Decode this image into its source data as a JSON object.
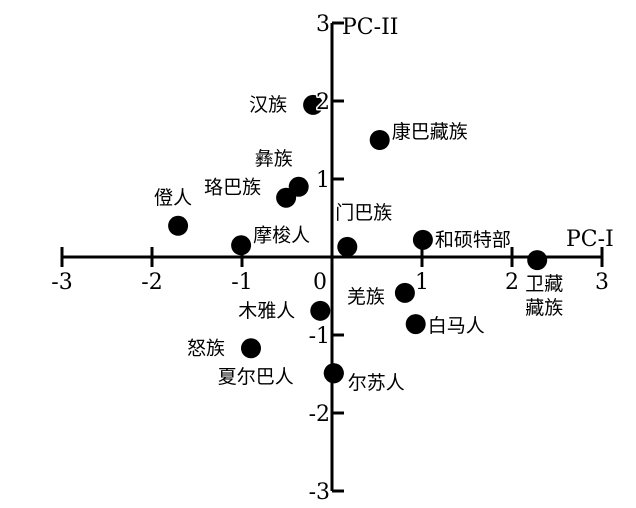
{
  "chart_data": {
    "type": "scatter",
    "title": "",
    "xlabel": "PC-I",
    "ylabel": "PC-II",
    "xlim": [
      -3,
      3
    ],
    "ylim": [
      -3,
      3
    ],
    "xticks": [
      "-3",
      "-2",
      "-1",
      "0",
      "1",
      "2",
      "3"
    ],
    "yticks": [
      "3",
      "2",
      "1",
      "-1",
      "-2",
      "-3"
    ],
    "grid": false,
    "points": [
      {
        "label": "汉族",
        "x": -0.21,
        "y": 1.95
      },
      {
        "label": "康巴藏族",
        "x": 0.53,
        "y": 1.5
      },
      {
        "label": "彝族",
        "x": -0.37,
        "y": 0.9
      },
      {
        "label": "珞巴族",
        "x": -0.51,
        "y": 0.76
      },
      {
        "label": "僜人",
        "x": -1.71,
        "y": 0.4
      },
      {
        "label": "摩梭人",
        "x": -1.01,
        "y": 0.15
      },
      {
        "label": "门巴族",
        "x": 0.17,
        "y": 0.13
      },
      {
        "label": "和硕特部",
        "x": 1.01,
        "y": 0.22
      },
      {
        "label": "卫藏\n藏族",
        "x": 2.28,
        "y": -0.04
      },
      {
        "label": "羌族",
        "x": 0.81,
        "y": -0.46
      },
      {
        "label": "白马人",
        "x": 0.93,
        "y": -0.86
      },
      {
        "label": "木雅人",
        "x": -0.13,
        "y": -0.69
      },
      {
        "label": "怒族",
        "x": -0.9,
        "y": -1.17
      },
      {
        "label": "夏尔巴人",
        "x": 0.02,
        "y": -1.49
      },
      {
        "label": "尔苏人",
        "x": 0.02,
        "y": -1.49
      }
    ]
  }
}
